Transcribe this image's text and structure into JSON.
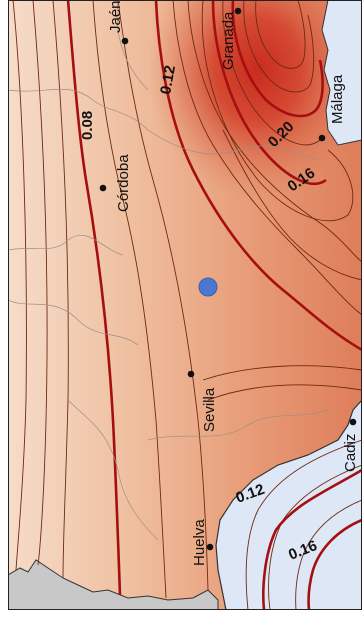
{
  "map": {
    "cities": [
      {
        "name": "Jaén"
      },
      {
        "name": "Granada"
      },
      {
        "name": "Málaga"
      },
      {
        "name": "Córdoba"
      },
      {
        "name": "Sevilla"
      },
      {
        "name": "Cadiz"
      },
      {
        "name": "Huelva"
      }
    ],
    "contour_labels": [
      {
        "text": "0.08"
      },
      {
        "text": "0.12"
      },
      {
        "text": "0.20"
      },
      {
        "text": "0.16"
      },
      {
        "text": "0.12"
      },
      {
        "text": "0.16"
      }
    ],
    "marker": {
      "name": "location-marker",
      "color": "#4a78d0"
    },
    "colors": {
      "sea": "#dde7f6",
      "land_outside": "#c8c8c8",
      "low": "#f3d3bd",
      "high": "#c92b1e",
      "bold_isoline": "#a50f0f"
    }
  }
}
